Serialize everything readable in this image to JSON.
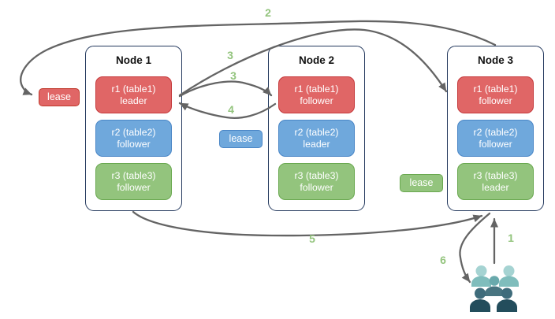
{
  "nodes": [
    {
      "title": "Node 1",
      "replicas": [
        {
          "name": "r1 (table1)",
          "role": "leader",
          "color_key": "red"
        },
        {
          "name": "r2 (table2)",
          "role": "follower",
          "color_key": "blue"
        },
        {
          "name": "r3 (table3)",
          "role": "follower",
          "color_key": "green"
        }
      ]
    },
    {
      "title": "Node 2",
      "replicas": [
        {
          "name": "r1 (table1)",
          "role": "follower",
          "color_key": "red"
        },
        {
          "name": "r2 (table2)",
          "role": "leader",
          "color_key": "blue"
        },
        {
          "name": "r3 (table3)",
          "role": "follower",
          "color_key": "green"
        }
      ]
    },
    {
      "title": "Node 3",
      "replicas": [
        {
          "name": "r1 (table1)",
          "role": "follower",
          "color_key": "red"
        },
        {
          "name": "r2 (table2)",
          "role": "follower",
          "color_key": "blue"
        },
        {
          "name": "r3 (table3)",
          "role": "leader",
          "color_key": "green"
        }
      ]
    }
  ],
  "lease_labels": [
    {
      "text": "lease",
      "color": "#e06666",
      "border": "#c0392b"
    },
    {
      "text": "lease",
      "color": "#6fa8dc",
      "border": "#4a86c6"
    },
    {
      "text": "lease",
      "color": "#93c47d",
      "border": "#69a84f"
    }
  ],
  "steps": {
    "step1": "1",
    "step2": "2",
    "step3a": "3",
    "step3b": "3",
    "step4": "4",
    "step5": "5",
    "step6": "6"
  },
  "colors": {
    "arrow": "#646464",
    "step_label": "#93c47d",
    "node_border": "#24395e",
    "replica_red": "#e06666",
    "replica_red_border": "#c5393b",
    "replica_blue": "#6fa8dc",
    "replica_blue_border": "#4a86c6",
    "replica_green": "#93c47d",
    "replica_green_border": "#69a84f"
  },
  "icons": {
    "user_group": {
      "name": "user-group-icon",
      "colors": {
        "back_head": "#a5d3d2",
        "back_body": "#7fbdbc",
        "middle_head": "#69a9ac",
        "middle_body": "#487480",
        "front_head": "#3f6c7b",
        "front_body": "#234d5c"
      }
    }
  }
}
